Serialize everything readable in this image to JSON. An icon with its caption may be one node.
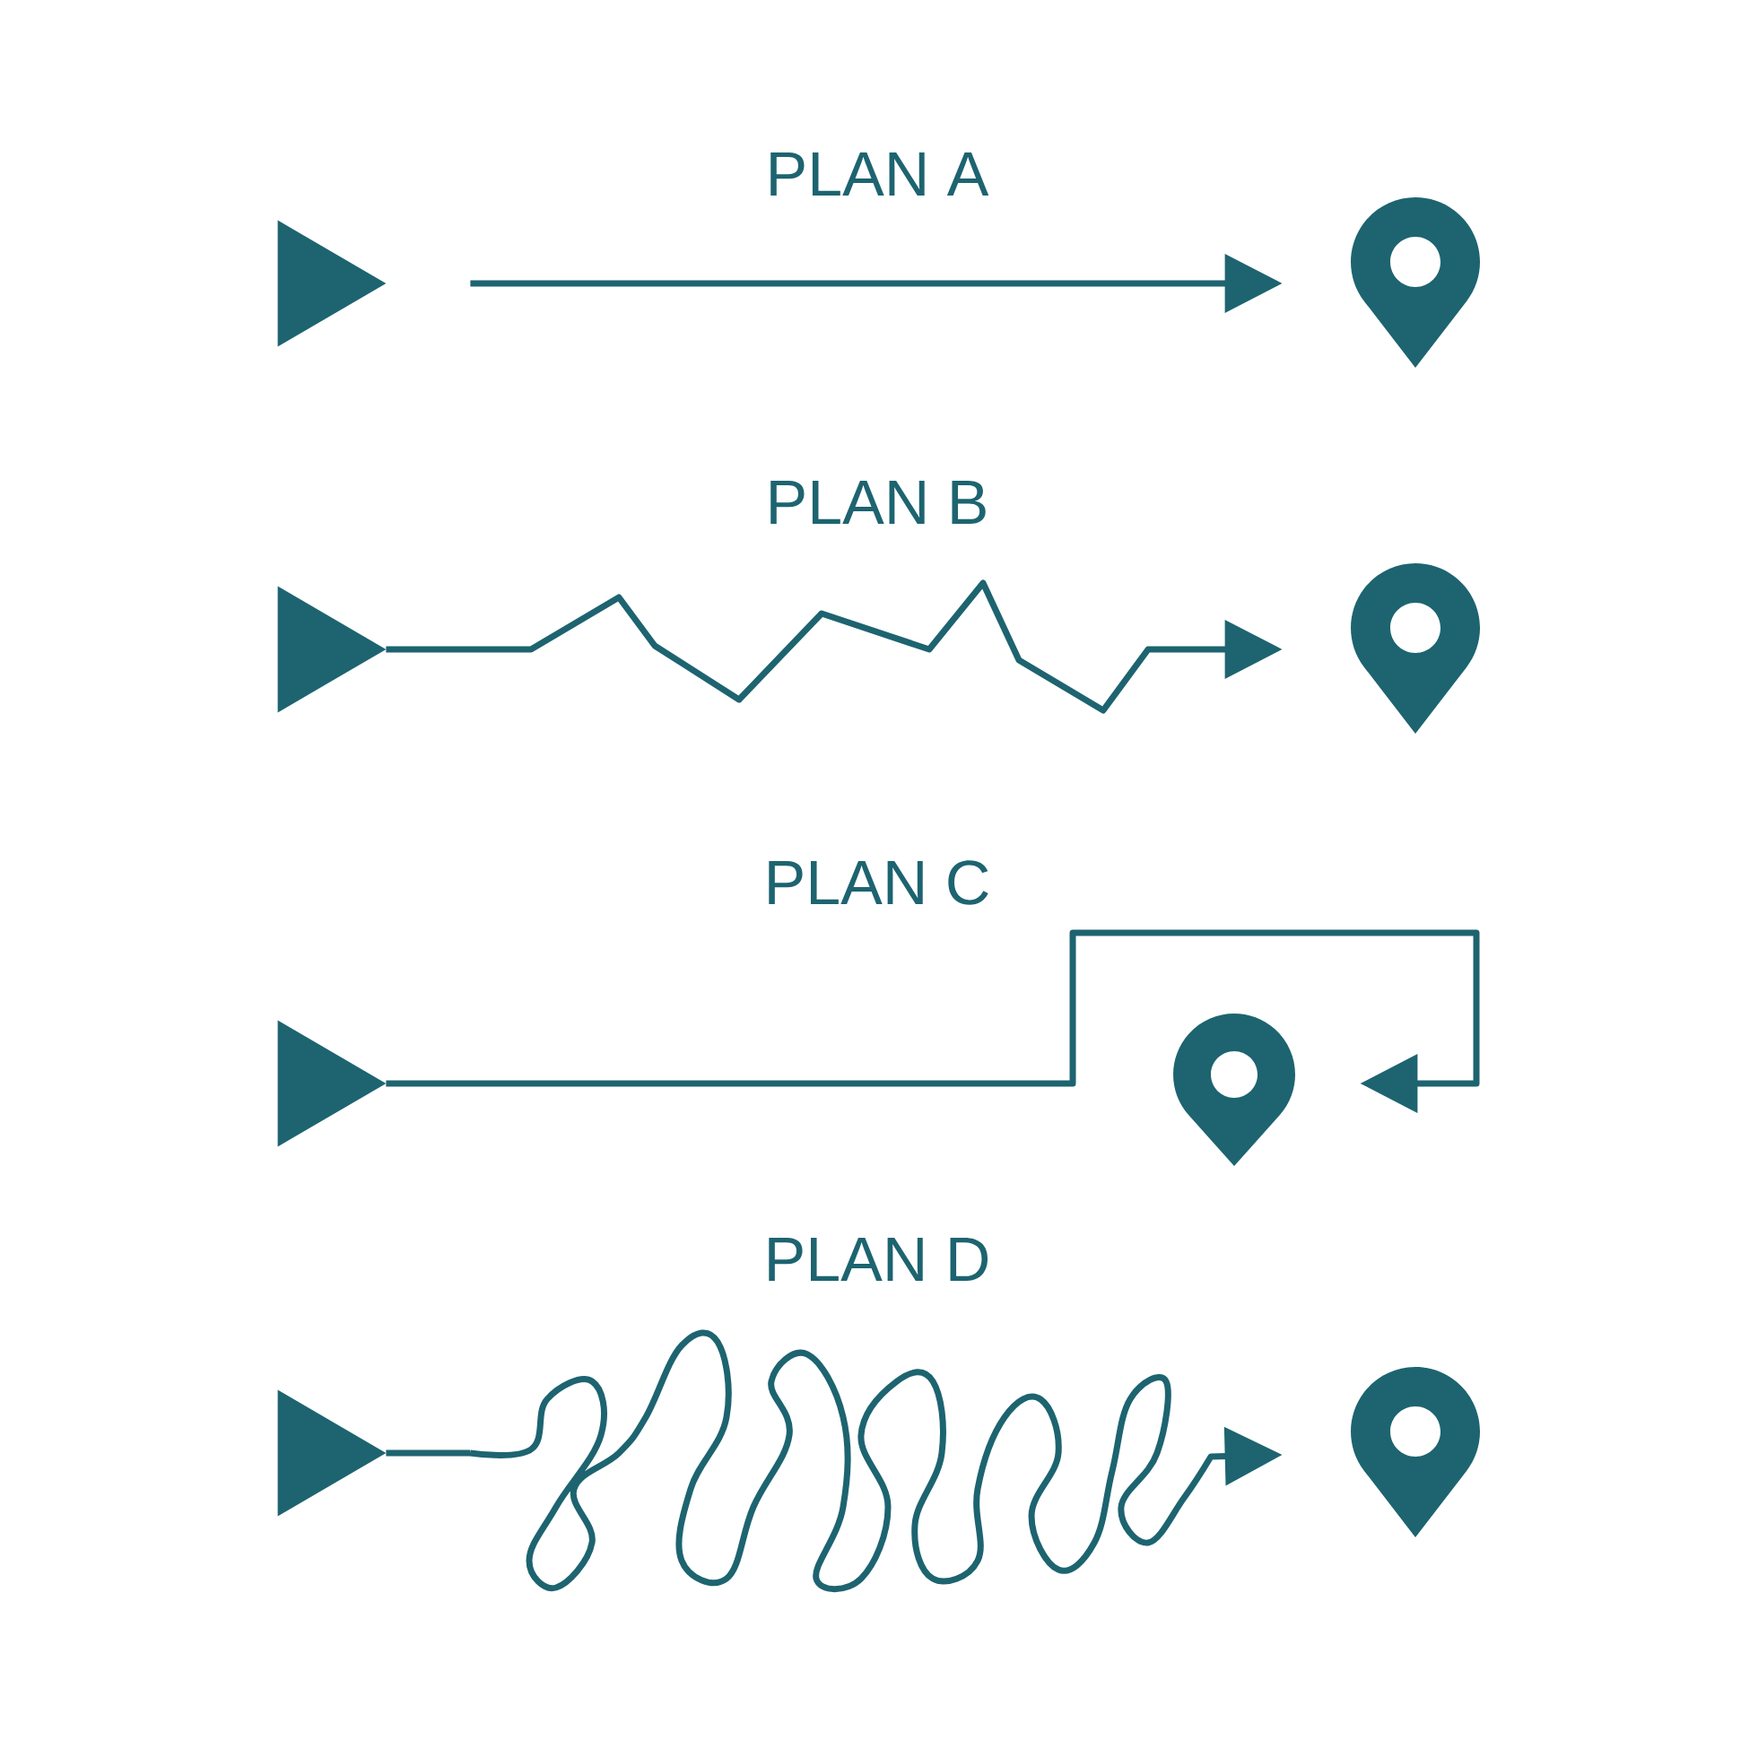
{
  "diagram": {
    "nodes": [
      {
        "text": [],
        "shape": "triangle"
      },
      {
        "text": [],
        "shape": "pin"
      },
      {
        "text": [],
        "shape": "triangle"
      },
      {
        "text": [],
        "shape": "pin"
      },
      {
        "text": [],
        "shape": "triangle"
      },
      {
        "text": [],
        "shape": "pin"
      },
      {
        "text": [],
        "shape": "triangle"
      },
      {
        "text": [],
        "shape": "pin"
      }
    ],
    "edges": [
      {
        "from": 0,
        "to": 1,
        "arrow": "to"
      },
      {
        "from": 2,
        "to": 3,
        "arrow": "to"
      },
      {
        "from": 4,
        "to": 5,
        "arrow": "to"
      },
      {
        "from": 6,
        "to": 7,
        "arrow": "to"
      }
    ],
    "labels": [
      "PLAN A",
      "PLAN B",
      "PLAN C",
      "PLAN D"
    ]
  }
}
